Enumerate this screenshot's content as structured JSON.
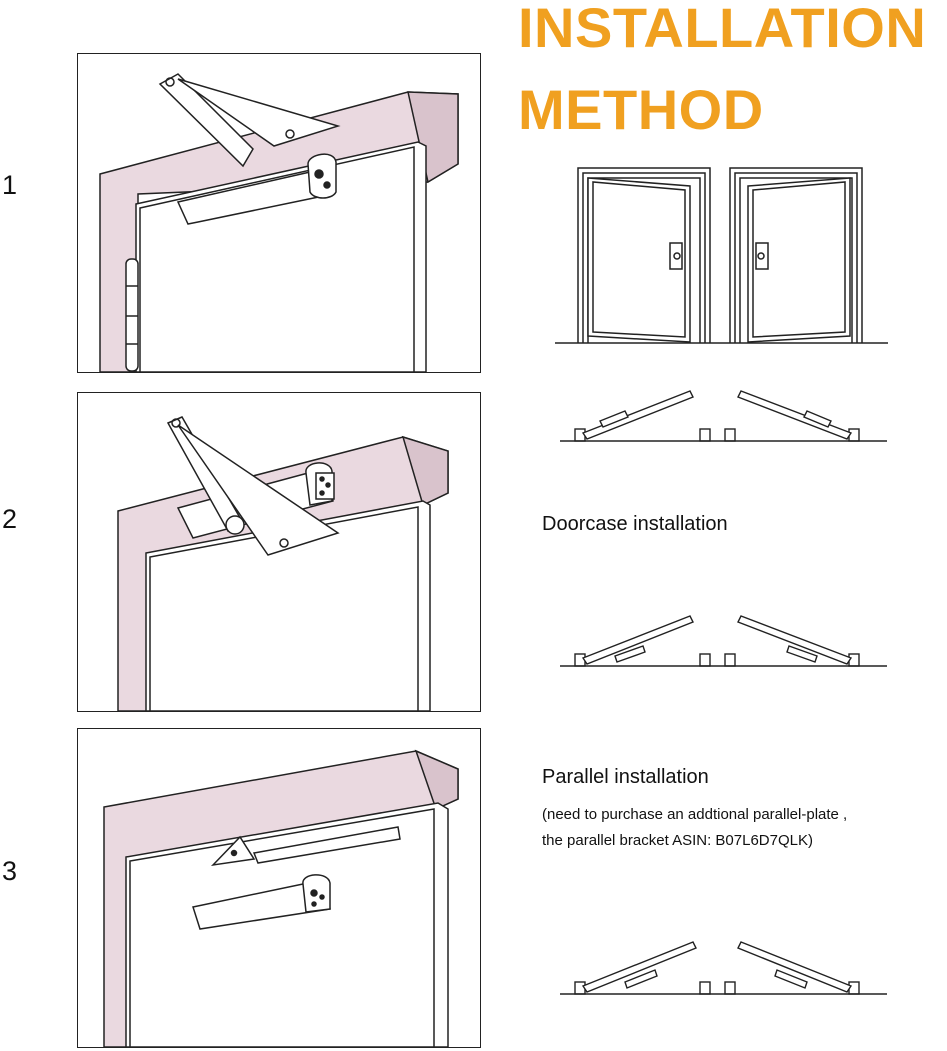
{
  "header": {
    "title_line1": "INSTALLATION",
    "title_line2": "METHOD",
    "title_color": "#f0a020"
  },
  "steps": [
    {
      "number": "1",
      "illustration": "door-closer-forearm-mount-icon"
    },
    {
      "number": "2",
      "illustration": "door-closer-doorcase-mount-icon"
    },
    {
      "number": "3",
      "illustration": "door-closer-parallel-mount-icon"
    }
  ],
  "methods": {
    "doorcase": {
      "label": "Doorcase installation"
    },
    "parallel": {
      "label": "Parallel installation",
      "note_line1": "(need to purchase an addtional parallel-plate ,",
      "note_line2": " the parallel bracket ASIN: B07L6D7QLK)"
    }
  },
  "colors": {
    "frame_fill": "#ead9e0",
    "line": "#222222",
    "accent": "#f0a020"
  }
}
